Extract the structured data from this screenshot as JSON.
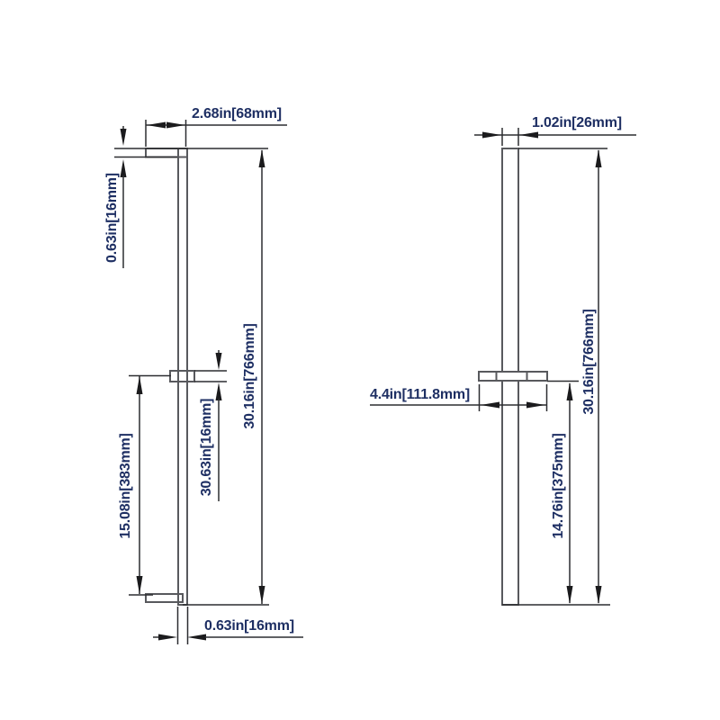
{
  "front_view": {
    "bracket_depth": "2.68in[68mm]",
    "bracket_thickness": "0.63in[16mm]",
    "lower_section_length": "15.08in[383mm]",
    "slider_thickness": "30.63in[16mm]",
    "total_length": "30.16in[766mm]",
    "bar_width": "0.63in[16mm]"
  },
  "side_view": {
    "bar_depth": "1.02in[26mm]",
    "slider_width": "4.4in[111.8mm]",
    "lower_section_length": "14.76in[375mm]",
    "total_length": "30.16in[766mm]"
  },
  "colors": {
    "dimension_text": "#1e2f63",
    "part_line": "#58595d",
    "dimension_line": "#2c2d30",
    "background": "#ffffff"
  }
}
